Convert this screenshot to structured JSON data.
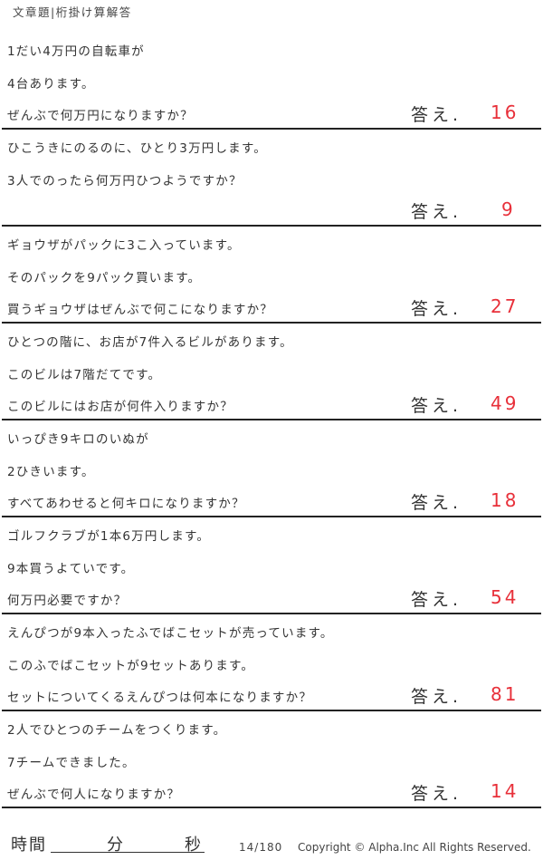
{
  "header": {
    "title": "文章題|桁掛け算解答"
  },
  "answer_label": "答え.",
  "accent_color": "#e8303a",
  "problems": [
    {
      "lines": [
        "1だい4万円の自転車が",
        "4台あります。",
        "ぜんぶで何万円になりますか？"
      ],
      "answer": "16"
    },
    {
      "lines": [
        "ひこうきにのるのに、ひとり3万円します。",
        "3人でのったら何万円ひつようですか？",
        ""
      ],
      "answer": "9"
    },
    {
      "lines": [
        "ギョウザがパックに3こ入っています。",
        "そのパックを9パック買います。",
        "買うギョウザはぜんぶで何こになりますか？"
      ],
      "answer": "27"
    },
    {
      "lines": [
        "ひとつの階に、お店が7件入るビルがあります。",
        "このビルは7階だてです。",
        "このビルにはお店が何件入りますか？"
      ],
      "answer": "49"
    },
    {
      "lines": [
        "いっぴき9キロのいぬが",
        "2ひきいます。",
        "すべてあわせると何キロになりますか？"
      ],
      "answer": "18"
    },
    {
      "lines": [
        "ゴルフクラブが1本6万円します。",
        "9本買うよていです。",
        "何万円必要ですか？"
      ],
      "answer": "54"
    },
    {
      "lines": [
        "えんぴつが9本入ったふでばこセットが売っています。",
        "このふでばこセットが9セットあります。",
        "セットについてくるえんぴつは何本になりますか？"
      ],
      "answer": "81"
    },
    {
      "lines": [
        "2人でひとつのチームをつくります。",
        "7チームできました。",
        "ぜんぶで何人になりますか？"
      ],
      "answer": "14"
    }
  ],
  "footer": {
    "time_label": "時間",
    "minutes_label": "分",
    "seconds_label": "秒",
    "page": "14/180",
    "copyright": "Copyright ©  Alpha.Inc All Rights Reserved."
  }
}
